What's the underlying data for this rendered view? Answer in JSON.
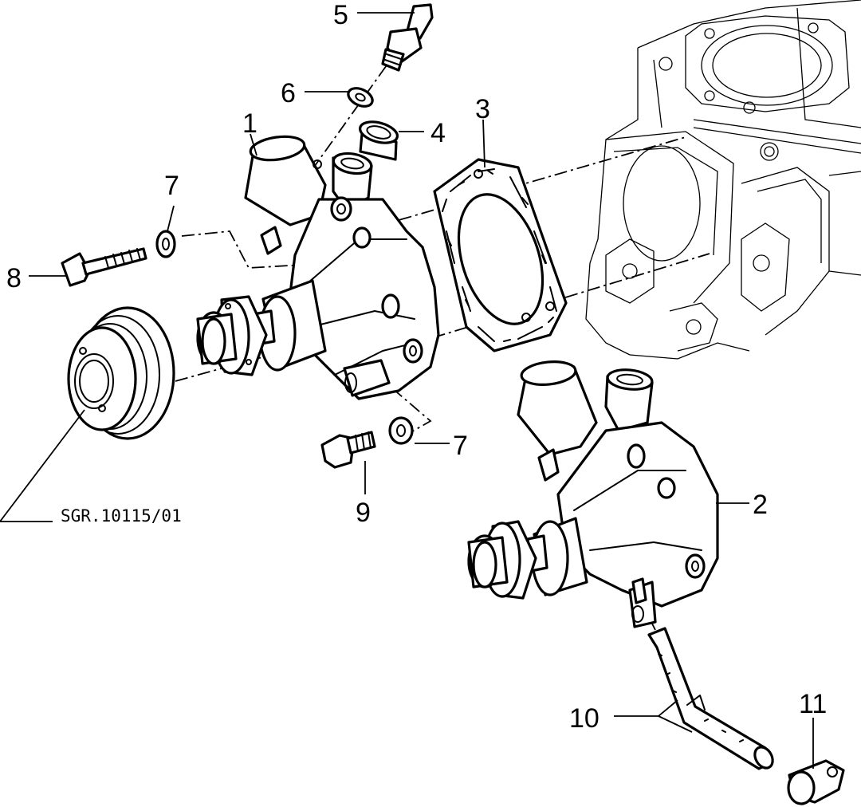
{
  "diagram": {
    "reference_code": "SGR.10115/01",
    "callouts": [
      "1",
      "2",
      "3",
      "4",
      "5",
      "6",
      "7",
      "7",
      "8",
      "9",
      "10",
      "11"
    ]
  }
}
